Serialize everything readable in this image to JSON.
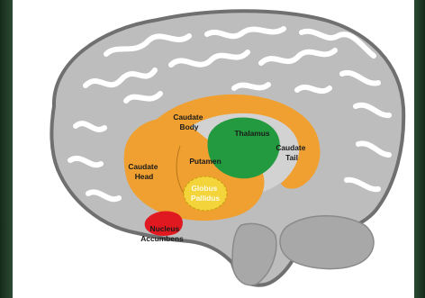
{
  "diagram": {
    "labels": {
      "caudate_body": [
        "Caudate",
        "Body"
      ],
      "thalamus": "Thalamus",
      "caudate_tail": [
        "Caudate",
        "Tail"
      ],
      "caudate_head": [
        "Caudate",
        "Head"
      ],
      "putamen": "Putamen",
      "globus_pallidus": [
        "Globus",
        "Pallidus"
      ],
      "nucleus_accumbens": [
        "Nucleus",
        "Accumbens"
      ]
    },
    "colors": {
      "cortex": "#bdbdbd",
      "sulcus": "#ffffff",
      "outline": "#707070",
      "caudate_putamen": "#f0a030",
      "thalamus": "#239a3f",
      "globus_pallidus": "#f3d43a",
      "nucleus_accumbens": "#e0181f",
      "brainstem": "#a8a8a8",
      "background_frame": "#1e3a25"
    }
  }
}
